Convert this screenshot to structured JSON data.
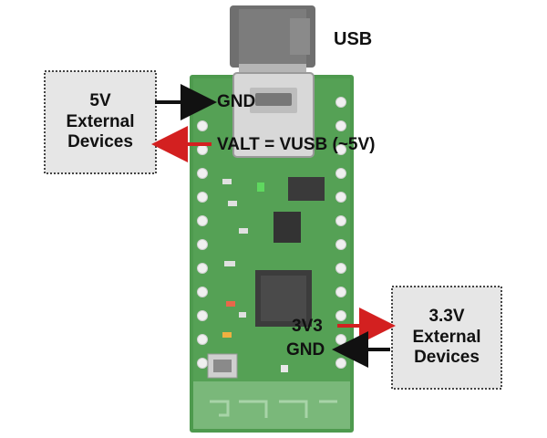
{
  "usb_label": "USB",
  "left_box": {
    "line1": "5V",
    "line2": "External",
    "line3": "Devices"
  },
  "right_box": {
    "line1": "3.3V",
    "line2": "External",
    "line3": "Devices"
  },
  "pins": {
    "gnd_top": "GND",
    "valt": "VALT = VUSB (~5V)",
    "v3v3": "3V3",
    "gnd_bottom": "GND"
  },
  "colors": {
    "board": "#4e9a4e",
    "board_light": "#7ab87a",
    "arrow_black": "#111111",
    "arrow_red": "#d32020",
    "box_fill": "#e6e6e6"
  }
}
